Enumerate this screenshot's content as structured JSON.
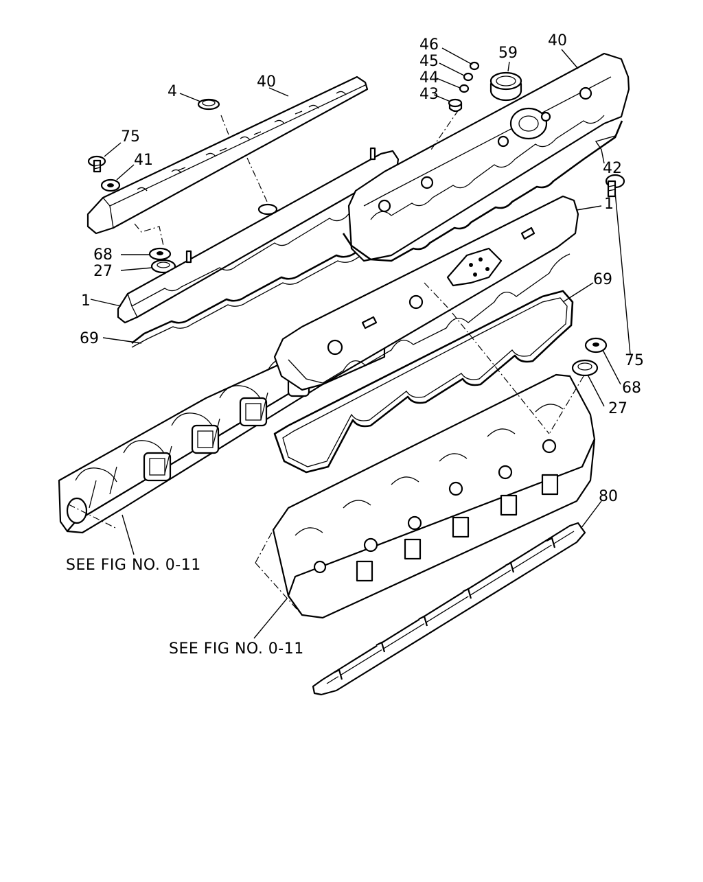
{
  "labels": {
    "c4": "4",
    "c40_left": "40",
    "c75_left": "75",
    "c41": "41",
    "c68_left": "68",
    "c27_left": "27",
    "c1_left": "1",
    "c69_left": "69",
    "c46": "46",
    "c45": "45",
    "c44": "44",
    "c43": "43",
    "c59": "59",
    "c40_right": "40",
    "c42": "42",
    "c1_right": "1",
    "c69_right": "69",
    "c75_right": "75",
    "c68_right": "68",
    "c27_right": "27",
    "c80": "80"
  },
  "references": {
    "ref_left": "SEE FIG NO. 0-11",
    "ref_right": "SEE FIG NO. 0-11"
  }
}
